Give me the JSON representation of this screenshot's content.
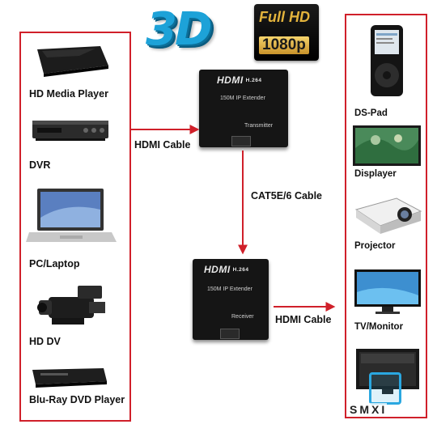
{
  "header": {
    "logo_3d": "3D",
    "badge_full": "Full HD",
    "badge_resolution": "1080p"
  },
  "sources": [
    {
      "label": "HD Media Player",
      "icon": "media-player-icon"
    },
    {
      "label": "DVR",
      "icon": "dvr-icon"
    },
    {
      "label": "PC/Laptop",
      "icon": "laptop-icon"
    },
    {
      "label": "HD DV",
      "icon": "camcorder-icon"
    },
    {
      "label": "Blu-Ray DVD Player",
      "icon": "bluray-player-icon"
    }
  ],
  "displays": [
    {
      "label": "DS-Pad",
      "icon": "ipod-icon"
    },
    {
      "label": "Displayer",
      "icon": "displayer-icon"
    },
    {
      "label": "Projector",
      "icon": "projector-icon"
    },
    {
      "label": "TV/Monitor",
      "icon": "tv-icon"
    },
    {
      "label": "",
      "icon": "monitor-icon"
    }
  ],
  "transmitter": {
    "brand": "HDMI",
    "codec": "H.264",
    "model": "150M IP Extender",
    "role": "Transmitter"
  },
  "receiver": {
    "brand": "HDMI",
    "codec": "H.264",
    "model": "150M IP Extender",
    "role": "Receiver"
  },
  "cables": {
    "input": "HDMI Cable",
    "network": "CAT5E/6 Cable",
    "output": "HDMI Cable"
  },
  "colors": {
    "frame": "#d0202a",
    "arrow": "#d0202a",
    "accent_3d": "#1da2d8",
    "badge_gold": "#e3b33c"
  },
  "watermark": {
    "text": "SMXI"
  }
}
